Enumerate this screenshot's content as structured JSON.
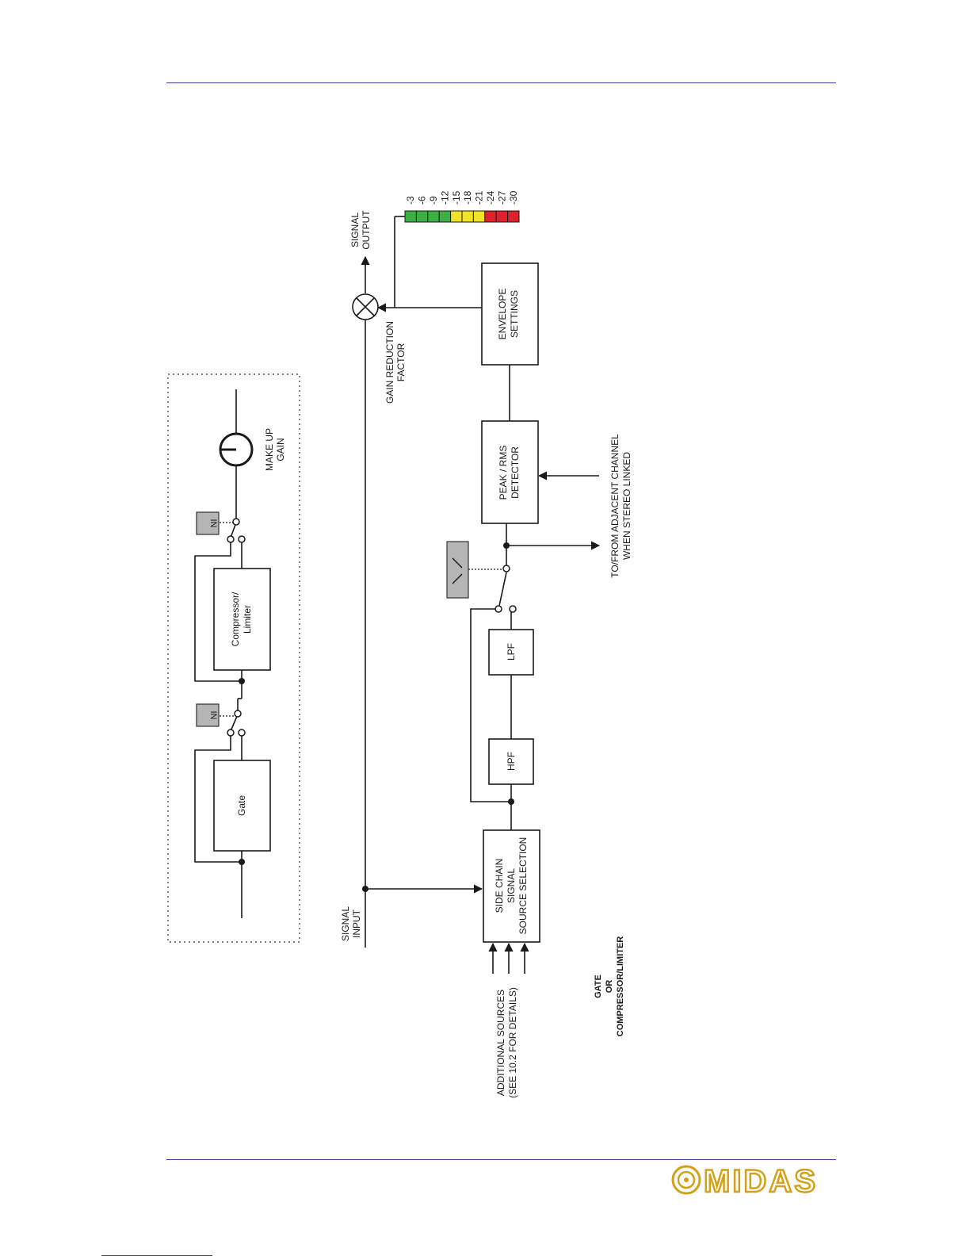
{
  "gate_block": {
    "label": "Gate"
  },
  "comp_block": {
    "label_line1": "Compressor/",
    "label_line2": "Limiter"
  },
  "in_button_1": {
    "label": "IN"
  },
  "in_button_2": {
    "label": "IN"
  },
  "makeup_gain": {
    "line1": "MAKE UP",
    "line2": "GAIN"
  },
  "signal_input": {
    "line1": "SIGNAL",
    "line2": "INPUT"
  },
  "signal_output": {
    "line1": "SIGNAL",
    "line2": "OUTPUT"
  },
  "side_chain": {
    "line1": "SIDE CHAIN",
    "line2": "SIGNAL",
    "line3": "SOURCE SELECTION"
  },
  "hpf": {
    "label": "HPF"
  },
  "lpf": {
    "label": "LPF"
  },
  "detector": {
    "line1": "PEAK / RMS",
    "line2": "DETECTOR"
  },
  "envelope": {
    "line1": "ENVELOPE",
    "line2": "SETTINGS"
  },
  "gain_reduction": {
    "line1": "GAIN REDUCTION",
    "line2": "FACTOR"
  },
  "stereo_link": {
    "line1": "TO/FROM ADJACENT CHANNEL",
    "line2": "WHEN STEREO LINKED"
  },
  "additional_sources": {
    "line1": "ADDITIONAL SOURCES",
    "line2": "(SEE 10.2 FOR DETAILS)"
  },
  "mode_caption": {
    "line1": "GATE",
    "line2": "OR",
    "line3": "COMPRESSOR/LIMITER"
  },
  "meter": {
    "labels": [
      "-3",
      "-6",
      "-9",
      "-12",
      "-15",
      "-18",
      "-21",
      "-24",
      "-27",
      "-30"
    ],
    "colors": [
      "#3cb043",
      "#3cb043",
      "#3cb043",
      "#3cb043",
      "#f2e227",
      "#f2e227",
      "#f2e227",
      "#e0202a",
      "#e0202a",
      "#e0202a"
    ]
  },
  "brand": {
    "logo_text": "MIDAS"
  }
}
